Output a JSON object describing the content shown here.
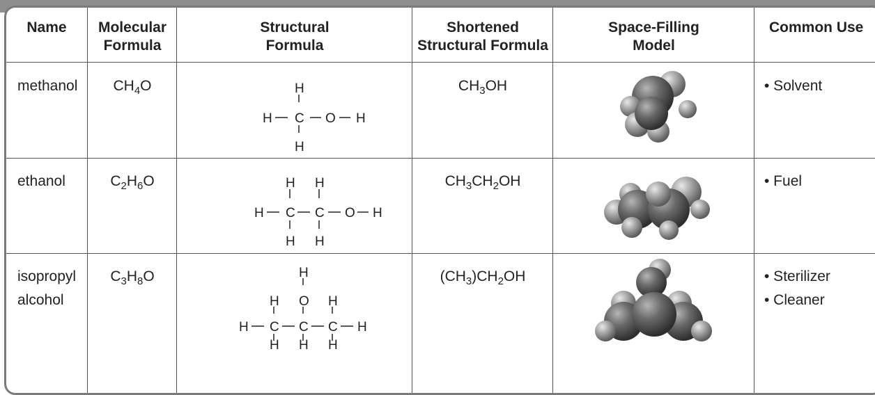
{
  "headers": {
    "name": "Name",
    "molecular_l1": "Molecular",
    "molecular_l2": "Formula",
    "structural_l1": "Structural",
    "structural_l2": "Formula",
    "shortened_l1": "Shortened",
    "shortened_l2": "Structural Formula",
    "space_l1": "Space-Filling",
    "space_l2": "Model",
    "use": "Common Use"
  },
  "rows": [
    {
      "name_l1": "methanol",
      "name_l2": "",
      "molecular": [
        [
          "CH",
          ""
        ],
        [
          "4",
          "sub"
        ],
        [
          "O",
          ""
        ]
      ],
      "shortened": [
        [
          "CH",
          ""
        ],
        [
          "3",
          "sub"
        ],
        [
          "OH",
          ""
        ]
      ],
      "uses": [
        "• Solvent"
      ]
    },
    {
      "name_l1": "ethanol",
      "name_l2": "",
      "molecular": [
        [
          "C",
          ""
        ],
        [
          "2",
          "sub"
        ],
        [
          "H",
          ""
        ],
        [
          "6",
          "sub"
        ],
        [
          "O",
          ""
        ]
      ],
      "shortened": [
        [
          "CH",
          ""
        ],
        [
          "3",
          "sub"
        ],
        [
          "CH",
          ""
        ],
        [
          "2",
          "sub"
        ],
        [
          "OH",
          ""
        ]
      ],
      "uses": [
        "• Fuel"
      ]
    },
    {
      "name_l1": "isopropyl",
      "name_l2": "alcohol",
      "molecular": [
        [
          "C",
          ""
        ],
        [
          "3",
          "sub"
        ],
        [
          "H",
          ""
        ],
        [
          "8",
          "sub"
        ],
        [
          "O",
          ""
        ]
      ],
      "shortened": [
        [
          "(CH",
          ""
        ],
        [
          "3",
          "sub"
        ],
        [
          ")CH",
          ""
        ],
        [
          "2",
          "sub"
        ],
        [
          "OH",
          ""
        ]
      ],
      "uses": [
        "• Sterilizer",
        "• Cleaner"
      ]
    }
  ],
  "atoms": {
    "H": "H",
    "C": "C",
    "O": "O"
  },
  "colors": {
    "border": "#7a7a7a",
    "atom_dark": "#5a5a5a",
    "atom_light": "#9a9a9a"
  }
}
